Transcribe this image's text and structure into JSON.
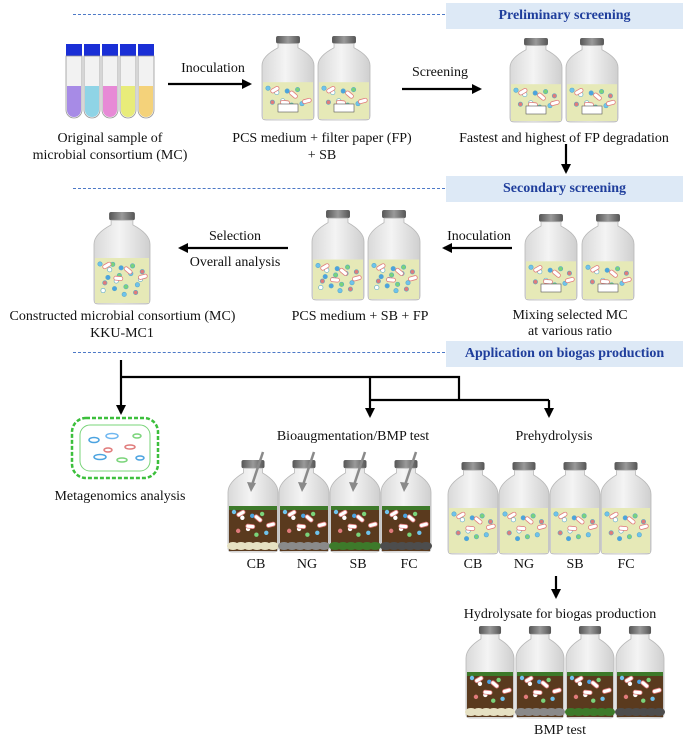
{
  "stages": {
    "preliminary": "Preliminary screening",
    "secondary": "Secondary screening",
    "application": "Application on biogas production"
  },
  "labels": {
    "original_sample": "Original sample of",
    "original_sample_2": "microbial consortium (MC)",
    "pcs_fp": "PCS medium + filter paper (FP)",
    "pcs_fp_2": "+ SB",
    "fastest": "Fastest and highest of FP degradation",
    "mixing": "Mixing selected MC",
    "mixing_2": "at various ratio",
    "pcs_sb_fp": "PCS medium + SB + FP",
    "constructed": "Constructed microbial consortium (MC)",
    "constructed_2": "KKU-MC1",
    "metagenomics": "Metagenomics analysis",
    "bioaug": "Bioaugmentation/BMP test",
    "prehydrolysis": "Prehydrolysis",
    "hydrolysate": "Hydrolysate for biogas production",
    "bmp_test": "BMP test"
  },
  "arrows": {
    "inoculation_1": "Inoculation",
    "screening": "Screening",
    "inoculation_2": "Inoculation",
    "selection": "Selection",
    "overall": "Overall analysis"
  },
  "substrates": [
    "CB",
    "NG",
    "SB",
    "FC"
  ],
  "colors": {
    "stage_bg": "#dde9f6",
    "stage_text": "#1f3e9c",
    "liquid": "#e6e9b7",
    "soil": "#5a3a1e",
    "cap": "#6a6a6a",
    "bottle": "#ececec"
  }
}
